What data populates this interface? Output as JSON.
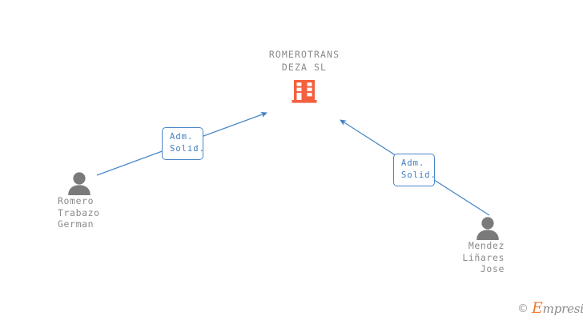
{
  "graph": {
    "company": {
      "name": "ROMEROTRANS\nDEZA SL",
      "icon": "building-icon",
      "icon_color": "#f4603e"
    },
    "persons": [
      {
        "name": "Romero\nTrabazo\nGerman",
        "icon": "person-icon",
        "icon_color": "#7a7a7a"
      },
      {
        "name": "Mendez\nLiñares\nJose",
        "icon": "person-icon",
        "icon_color": "#7a7a7a"
      }
    ],
    "relations": [
      {
        "label": "Adm.\nSolid.",
        "from": "Romero Trabazo German",
        "to": "ROMEROTRANS DEZA SL"
      },
      {
        "label": "Adm.\nSolid.",
        "from": "Mendez Liñares Jose",
        "to": "ROMEROTRANS DEZA SL"
      }
    ],
    "edge_color": "#4a86c8",
    "text_color": "#8a8a8a"
  },
  "watermark": {
    "copyright": "©",
    "brand_initial": "E",
    "brand_rest": "mpresia",
    "brand_color": "#ef7b32"
  }
}
